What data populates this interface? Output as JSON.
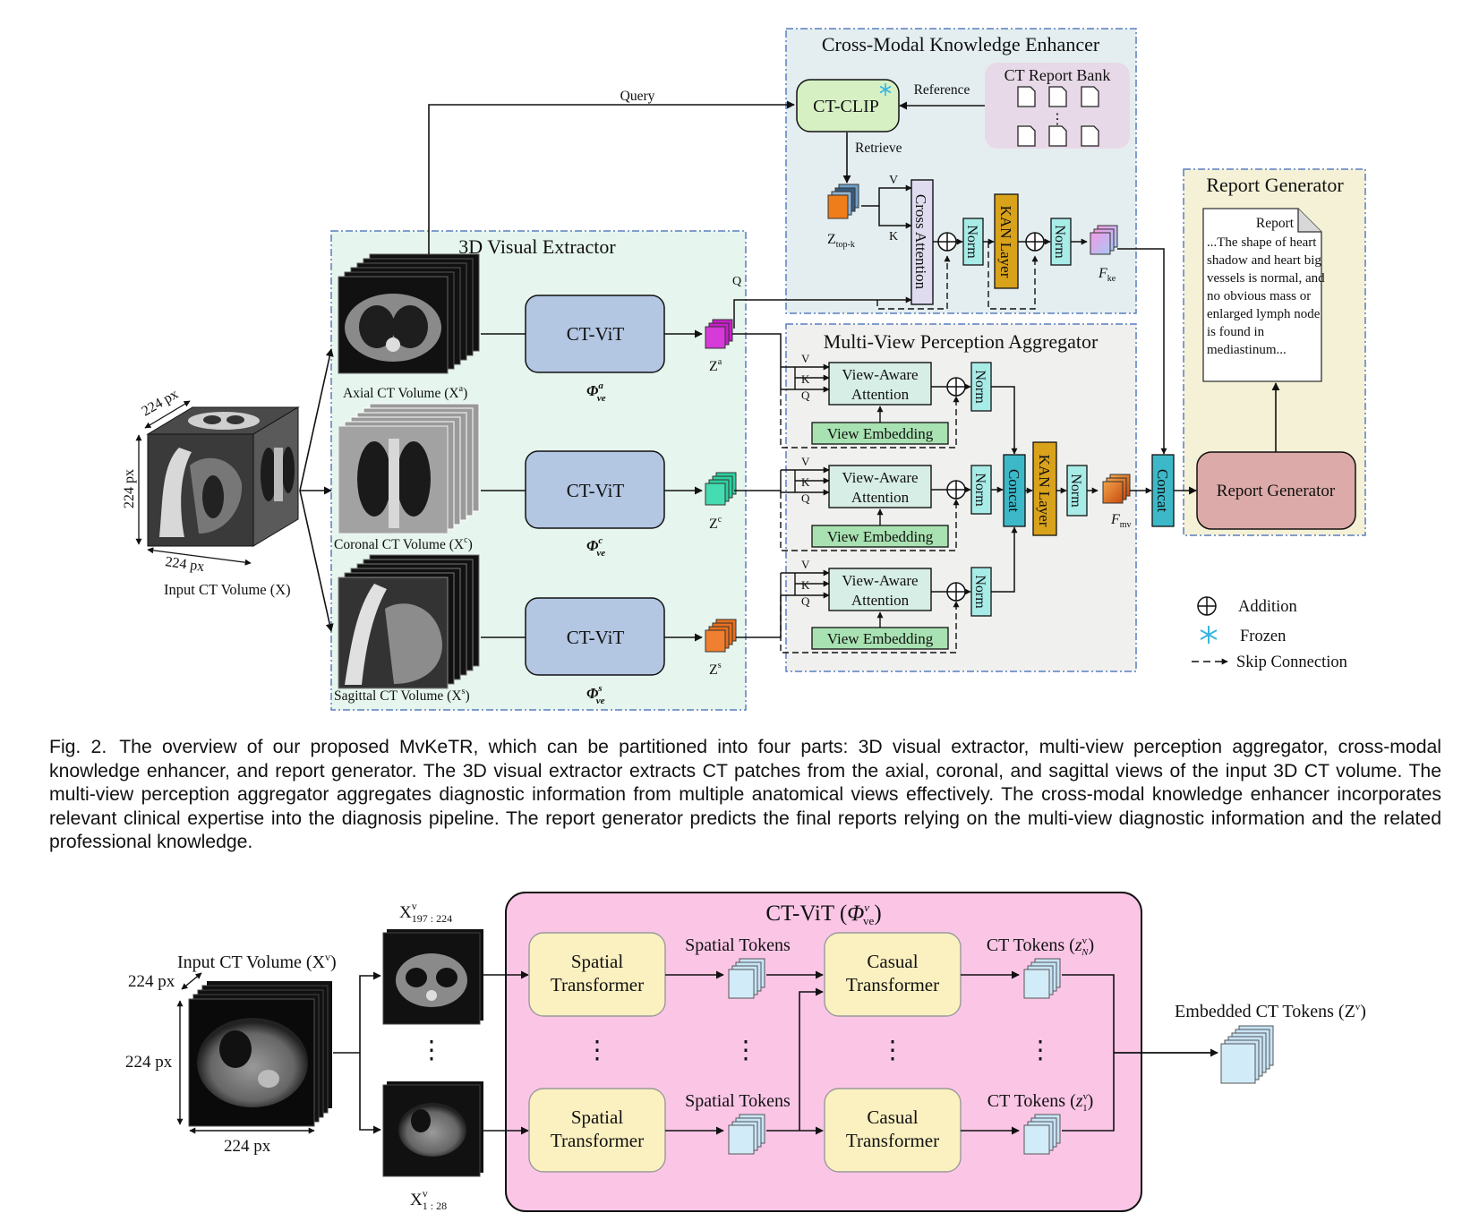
{
  "figure": {
    "fig_label": "Fig. 2.",
    "caption": "The overview of our proposed MvKeTR, which can be partitioned into four parts: 3D visual extractor, multi-view perception aggregator, cross-modal knowledge enhancer, and report generator. The 3D visual extractor extracts CT patches from the axial, coronal, and sagittal views of the input 3D CT volume. The multi-view perception aggregator aggregates diagnostic information from multiple anatomical views effectively. The cross-modal knowledge enhancer incorporates relevant clinical expertise into the diagnosis pipeline. The report generator predicts the final reports relying on the multi-view diagnostic information and the related professional knowledge."
  },
  "top": {
    "input_cube": {
      "dim_top": "224 px",
      "dim_left": "224 px",
      "dim_bottom": "224 px",
      "label": "Input CT Volume",
      "symbol": "X"
    },
    "visual_extractor": {
      "title": "3D Visual Extractor",
      "views": [
        {
          "label": "Axial CT Volume",
          "symbol": "X",
          "sup": "a",
          "vit": "CT-ViT",
          "phi": "Φ",
          "phi_sup": "a",
          "phi_sub": "ve",
          "z": "Z",
          "z_sup": "a"
        },
        {
          "label": "Coronal CT Volume",
          "symbol": "X",
          "sup": "c",
          "vit": "CT-ViT",
          "phi": "Φ",
          "phi_sup": "c",
          "phi_sub": "ve",
          "z": "Z",
          "z_sup": "c"
        },
        {
          "label": "Sagittal CT Volume",
          "symbol": "X",
          "sup": "s",
          "vit": "CT-ViT",
          "phi": "Φ",
          "phi_sup": "s",
          "phi_sub": "ve",
          "z": "Z",
          "z_sup": "s"
        }
      ]
    },
    "arrows": {
      "query": "Query",
      "reference": "Reference",
      "retrieve": "Retrieve",
      "q": "Q",
      "v": "V",
      "k": "K"
    },
    "knowledge_enhancer": {
      "title": "Cross-Modal Knowledge Enhancer",
      "clip": "CT-CLIP",
      "bank": "CT Report Bank",
      "ztop": "Z",
      "ztop_sub": "top-k",
      "cross_attention": "Cross Attention",
      "norm1": "Norm",
      "kan": "KAN Layer",
      "norm2": "Norm",
      "fke": "F",
      "fke_sub": "ke"
    },
    "aggregator": {
      "title": "Multi-View Perception Aggregator",
      "rows": [
        {
          "att1": "View-Aware",
          "att2": "Attention",
          "emb": "View Embedding",
          "norm": "Norm",
          "v": "V",
          "k": "K",
          "q": "Q"
        },
        {
          "att1": "View-Aware",
          "att2": "Attention",
          "emb": "View Embedding",
          "norm": "Norm",
          "v": "V",
          "k": "K",
          "q": "Q"
        },
        {
          "att1": "View-Aware",
          "att2": "Attention",
          "emb": "View Embedding",
          "norm": "Norm",
          "v": "V",
          "k": "K",
          "q": "Q"
        }
      ],
      "concat": "Concat",
      "kan": "KAN Layer",
      "norm": "Norm",
      "fmv": "F",
      "fmv_sub": "mv"
    },
    "report_generator": {
      "title": "Report Generator",
      "concat": "Concat",
      "box": "Report Generator",
      "report_title": "Report",
      "report_lines": [
        "...The shape of heart",
        "shadow and heart big",
        "vessels is normal, and",
        "no obvious mass or",
        "enlarged lymph node",
        "is found in",
        "mediastinum..."
      ]
    },
    "legend": {
      "addition": "Addition",
      "frozen": "Frozen",
      "skip": "Skip Connection"
    }
  },
  "bottom": {
    "title": "CT-ViT",
    "title_phi": "Φ",
    "title_phi_sup": "v",
    "title_phi_sub": "ve",
    "input_label": "Input CT Volume",
    "input_symbol": "X",
    "input_sup": "v",
    "dim_side": "224 px",
    "dim_left": "224 px",
    "dim_bottom": "224 px",
    "slice_top": "X",
    "slice_top_sup": "v",
    "slice_top_sub": "197 : 224",
    "slice_bottom": "X",
    "slice_bottom_sup": "v",
    "slice_bottom_sub": "1 : 28",
    "spatial1": "Spatial",
    "spatial2": "Transformer",
    "casual1": "Casual",
    "casual2": "Transformer",
    "spatial_tokens": "Spatial Tokens",
    "ct_tokens": "CT Tokens",
    "ct_tokens_top_sym": "z",
    "ct_tokens_top_sup": "v",
    "ct_tokens_top_sub": "N",
    "ct_tokens_bottom_sym": "z",
    "ct_tokens_bottom_sup": "v",
    "ct_tokens_bottom_sub": "1",
    "embedded": "Embedded CT Tokens",
    "embedded_sym": "Z",
    "embedded_sup": "v",
    "dots": "⋮"
  },
  "colors": {
    "extractor_bg": "#e6f6ee",
    "enhancer_bg": "#e4eef0",
    "aggregator_bg": "#f0f0ee",
    "generator_bg": "#f4f1d6",
    "vit_box": "#b3c6e2",
    "clip_box": "#d6f0c4",
    "bank_bg": "#e8d9e8",
    "attention_box": "#d7eee6",
    "embedding_box": "#a9e2b2",
    "norm_box": "#a8ece8",
    "kan_box": "#d9a21b",
    "concat_box": "#3cb8c8",
    "report_gen_box": "#dcaaa8",
    "ctvit_panel": "#fbc6e6",
    "transformer_box": "#fbf0c0",
    "token_color": "#c7e4f6",
    "magenta": "#c81ecb",
    "teal": "#2ed0a0",
    "orange": "#e8701e"
  }
}
